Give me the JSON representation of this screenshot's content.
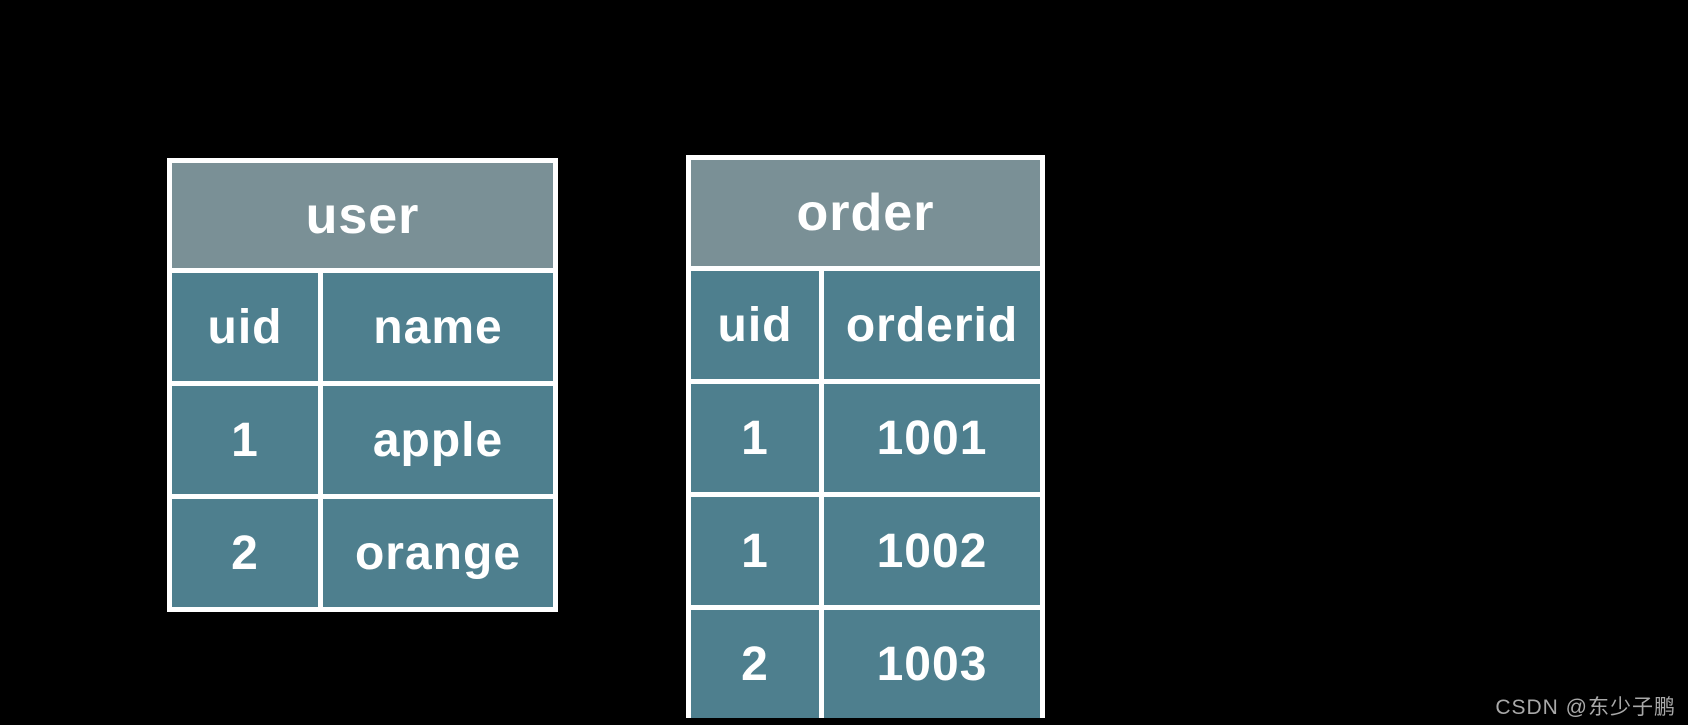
{
  "colors": {
    "table_name_bg": "#7A9096",
    "cell_bg": "#4E7F8E",
    "border": "#FFFFFF",
    "text": "#FFFFFF",
    "page_bg": "#000000",
    "watermark": "#A9A9A9"
  },
  "tables": [
    {
      "name": "user",
      "columns": [
        "uid",
        "name"
      ],
      "rows": [
        [
          "1",
          "apple"
        ],
        [
          "2",
          "orange"
        ]
      ]
    },
    {
      "name": "order",
      "columns": [
        "uid",
        "orderid"
      ],
      "rows": [
        [
          "1",
          "1001"
        ],
        [
          "1",
          "1002"
        ],
        [
          "2",
          "1003"
        ]
      ]
    }
  ],
  "watermark": {
    "text": "CSDN @东少子鹏"
  }
}
